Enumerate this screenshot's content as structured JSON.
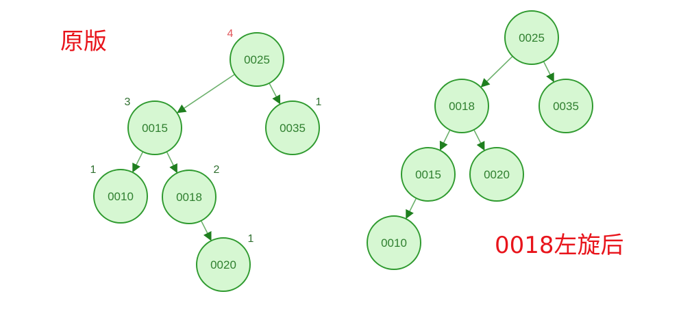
{
  "captions": {
    "original": "原版",
    "rotated": "0018左旋后"
  },
  "colors": {
    "caption": "#e8141b",
    "node_fill": "#d6f7d2",
    "node_stroke": "#2f9a2f",
    "node_text": "#2f7f2f",
    "edge": "#6cb06c",
    "arrow": "#1f7f1f",
    "height_normal": "#2f6f2f",
    "height_highlight": "#e0555a"
  },
  "trees": [
    {
      "id": "original",
      "nodes": [
        {
          "id": "o25",
          "label": "0025",
          "height": "4",
          "highlight": true
        },
        {
          "id": "o15",
          "label": "0015",
          "height": "3"
        },
        {
          "id": "o35",
          "label": "0035",
          "height": "1"
        },
        {
          "id": "o10",
          "label": "0010",
          "height": "1"
        },
        {
          "id": "o18",
          "label": "0018",
          "height": "2"
        },
        {
          "id": "o20",
          "label": "0020",
          "height": "1"
        }
      ],
      "edges": [
        [
          "o25",
          "o15"
        ],
        [
          "o25",
          "o35"
        ],
        [
          "o15",
          "o10"
        ],
        [
          "o15",
          "o18"
        ],
        [
          "o18",
          "o20"
        ]
      ]
    },
    {
      "id": "rotated",
      "nodes": [
        {
          "id": "r25",
          "label": "0025"
        },
        {
          "id": "r18",
          "label": "0018"
        },
        {
          "id": "r35",
          "label": "0035"
        },
        {
          "id": "r15",
          "label": "0015"
        },
        {
          "id": "r20",
          "label": "0020"
        },
        {
          "id": "r10",
          "label": "0010"
        }
      ],
      "edges": [
        [
          "r25",
          "r18"
        ],
        [
          "r25",
          "r35"
        ],
        [
          "r18",
          "r15"
        ],
        [
          "r18",
          "r20"
        ],
        [
          "r15",
          "r10"
        ]
      ]
    }
  ]
}
